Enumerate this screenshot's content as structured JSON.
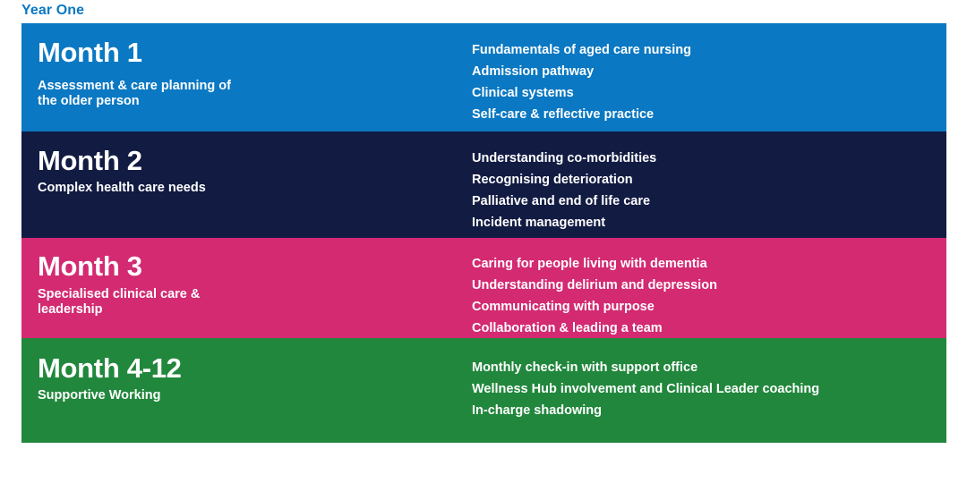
{
  "header": {
    "year_label": "Year One",
    "year_label_color": "#0a78c2"
  },
  "colors": {
    "blue": "#0a78c2",
    "navy": "#121b42",
    "pink": "#d32a72",
    "green": "#21873c",
    "text": "#ffffff",
    "background": "#ffffff"
  },
  "blocks": [
    {
      "color": "#0a78c2",
      "title": "Month 1",
      "subtitle": "Assessment & care planning of the older person",
      "topics": [
        "Fundamentals of aged care nursing",
        "Admission pathway",
        "Clinical systems",
        "Self-care & reflective practice"
      ]
    },
    {
      "color": "#121b42",
      "title": "Month 2",
      "subtitle": "Complex health care needs",
      "topics": [
        "Understanding co-morbidities",
        "Recognising deterioration",
        "Palliative and end of life care",
        "Incident management"
      ]
    },
    {
      "color": "#d32a72",
      "title": "Month 3",
      "subtitle": "Specialised clinical care & leadership",
      "topics": [
        "Caring for people living with dementia",
        "Understanding delirium and depression",
        "Communicating with purpose",
        "Collaboration & leading a team"
      ]
    },
    {
      "color": "#21873c",
      "title": "Month 4-12",
      "subtitle": "Supportive Working",
      "topics": [
        "Monthly check-in with support office",
        "Wellness Hub involvement and Clinical Leader coaching",
        "In-charge shadowing"
      ]
    }
  ]
}
